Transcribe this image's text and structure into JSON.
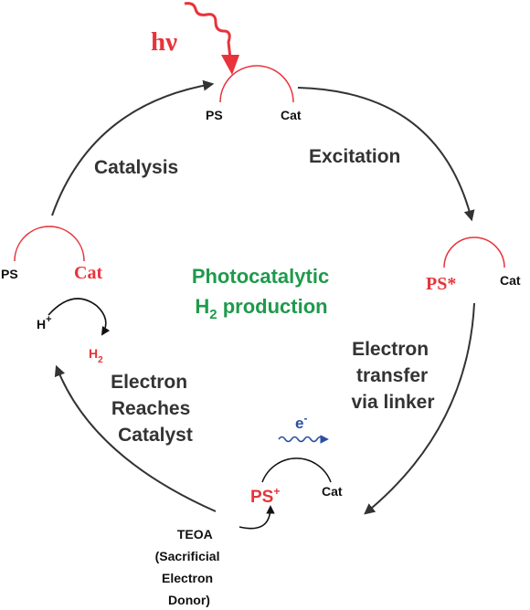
{
  "colors": {
    "red": "#e8333a",
    "green": "#1f9a4c",
    "blue": "#2a4fa0",
    "dark": "#333333",
    "black": "#111111"
  },
  "light": {
    "symbol": "hν"
  },
  "top_state": {
    "ps": "PS",
    "cat": "Cat"
  },
  "right_state": {
    "ps": "PS*",
    "cat": "Cat"
  },
  "bottom_state": {
    "ps": "PS",
    "ps_sup": "+",
    "cat": "Cat",
    "electron": "e",
    "electron_sup": "-"
  },
  "left_state": {
    "ps": "PS",
    "cat": "Cat",
    "proton": "H",
    "proton_sup": "+",
    "h2": "H",
    "h2_sub": "2"
  },
  "steps": {
    "excitation": "Excitation",
    "catalysis": "Catalysis",
    "transfer": [
      "Electron",
      "transfer",
      "via linker"
    ],
    "reaches": [
      "Electron",
      "Reaches",
      "Catalyst"
    ]
  },
  "center": {
    "line1": "Photocatalytic",
    "line2_pre": "H",
    "line2_sub": "2",
    "line2_post": " production"
  },
  "donor": [
    "TEOA",
    "(Sacrificial",
    "Electron",
    "Donor)"
  ]
}
